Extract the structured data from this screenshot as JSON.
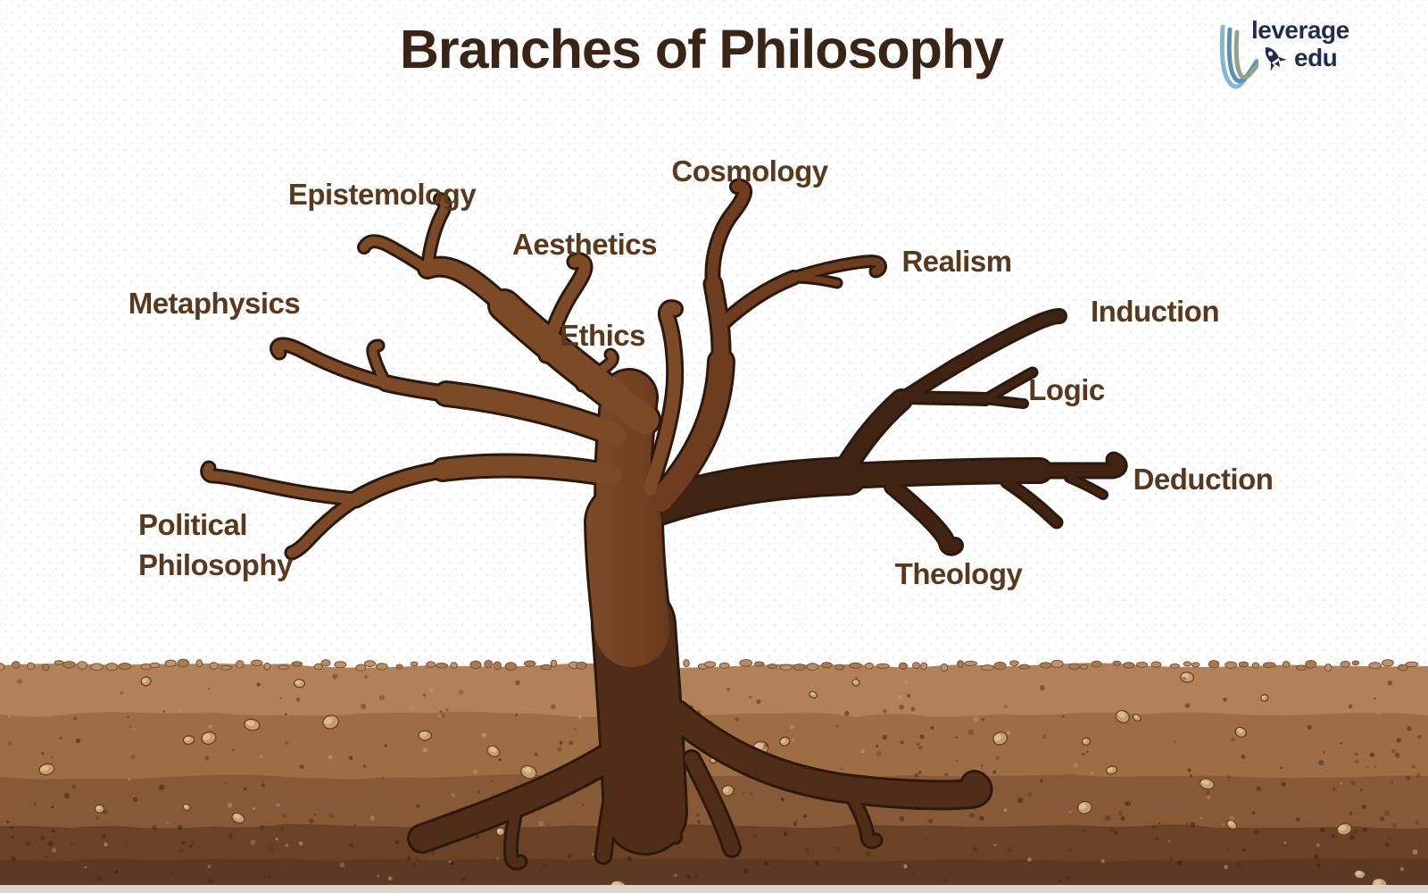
{
  "title": "Branches of Philosophy",
  "logo": {
    "word1": "leverage",
    "word2": "edu"
  },
  "branches": [
    {
      "id": "epistemology",
      "label": "Epistemology"
    },
    {
      "id": "cosmology",
      "label": "Cosmology"
    },
    {
      "id": "aesthetics",
      "label": "Aesthetics"
    },
    {
      "id": "realism",
      "label": "Realism"
    },
    {
      "id": "metaphysics",
      "label": "Metaphysics"
    },
    {
      "id": "ethics",
      "label": "Ethics"
    },
    {
      "id": "induction",
      "label": "Induction"
    },
    {
      "id": "logic",
      "label": "Logic"
    },
    {
      "id": "deduction",
      "label": "Deduction"
    },
    {
      "id": "political",
      "label": "Political Philosophy"
    },
    {
      "id": "theology",
      "label": "Theology"
    }
  ],
  "colors": {
    "pageBg": "#ffffff",
    "dot": "#ebe8e4",
    "titleColor": "#3a2415",
    "labelColor": "#5a381c",
    "treeLight": "#7d4a28",
    "treeMid": "#6e3c1e",
    "treeDark": "#3f2413",
    "treeRoot": "#4f2d18",
    "outline": "#2c190c",
    "trunkLight": "#7e4b2a",
    "trunkMid": "#6e3d1f",
    "trunkDark": "#4a2815",
    "soil1": "#b28159",
    "soil2": "#9d6d46",
    "soil3": "#875936",
    "soil4": "#6b4226",
    "soil5": "#5c3922",
    "bottomStrip": "#dcd5cc",
    "stoneBody": "#c79c70",
    "stoneHi": "#e6c79d",
    "stoneEdge": "#5f3c22",
    "pebble1": "#c0916a",
    "pebble2": "#a87a4e",
    "pebble3": "#b98c60",
    "pebbleEdge": "#775233",
    "speckDark": "#33200f",
    "speckLight": "#c89a6e",
    "logoNavy": "#1d2c4f",
    "logoBlue": "#82b7d8",
    "logoBlue2": "#5693b8",
    "logoOlive": "#94a18b"
  }
}
